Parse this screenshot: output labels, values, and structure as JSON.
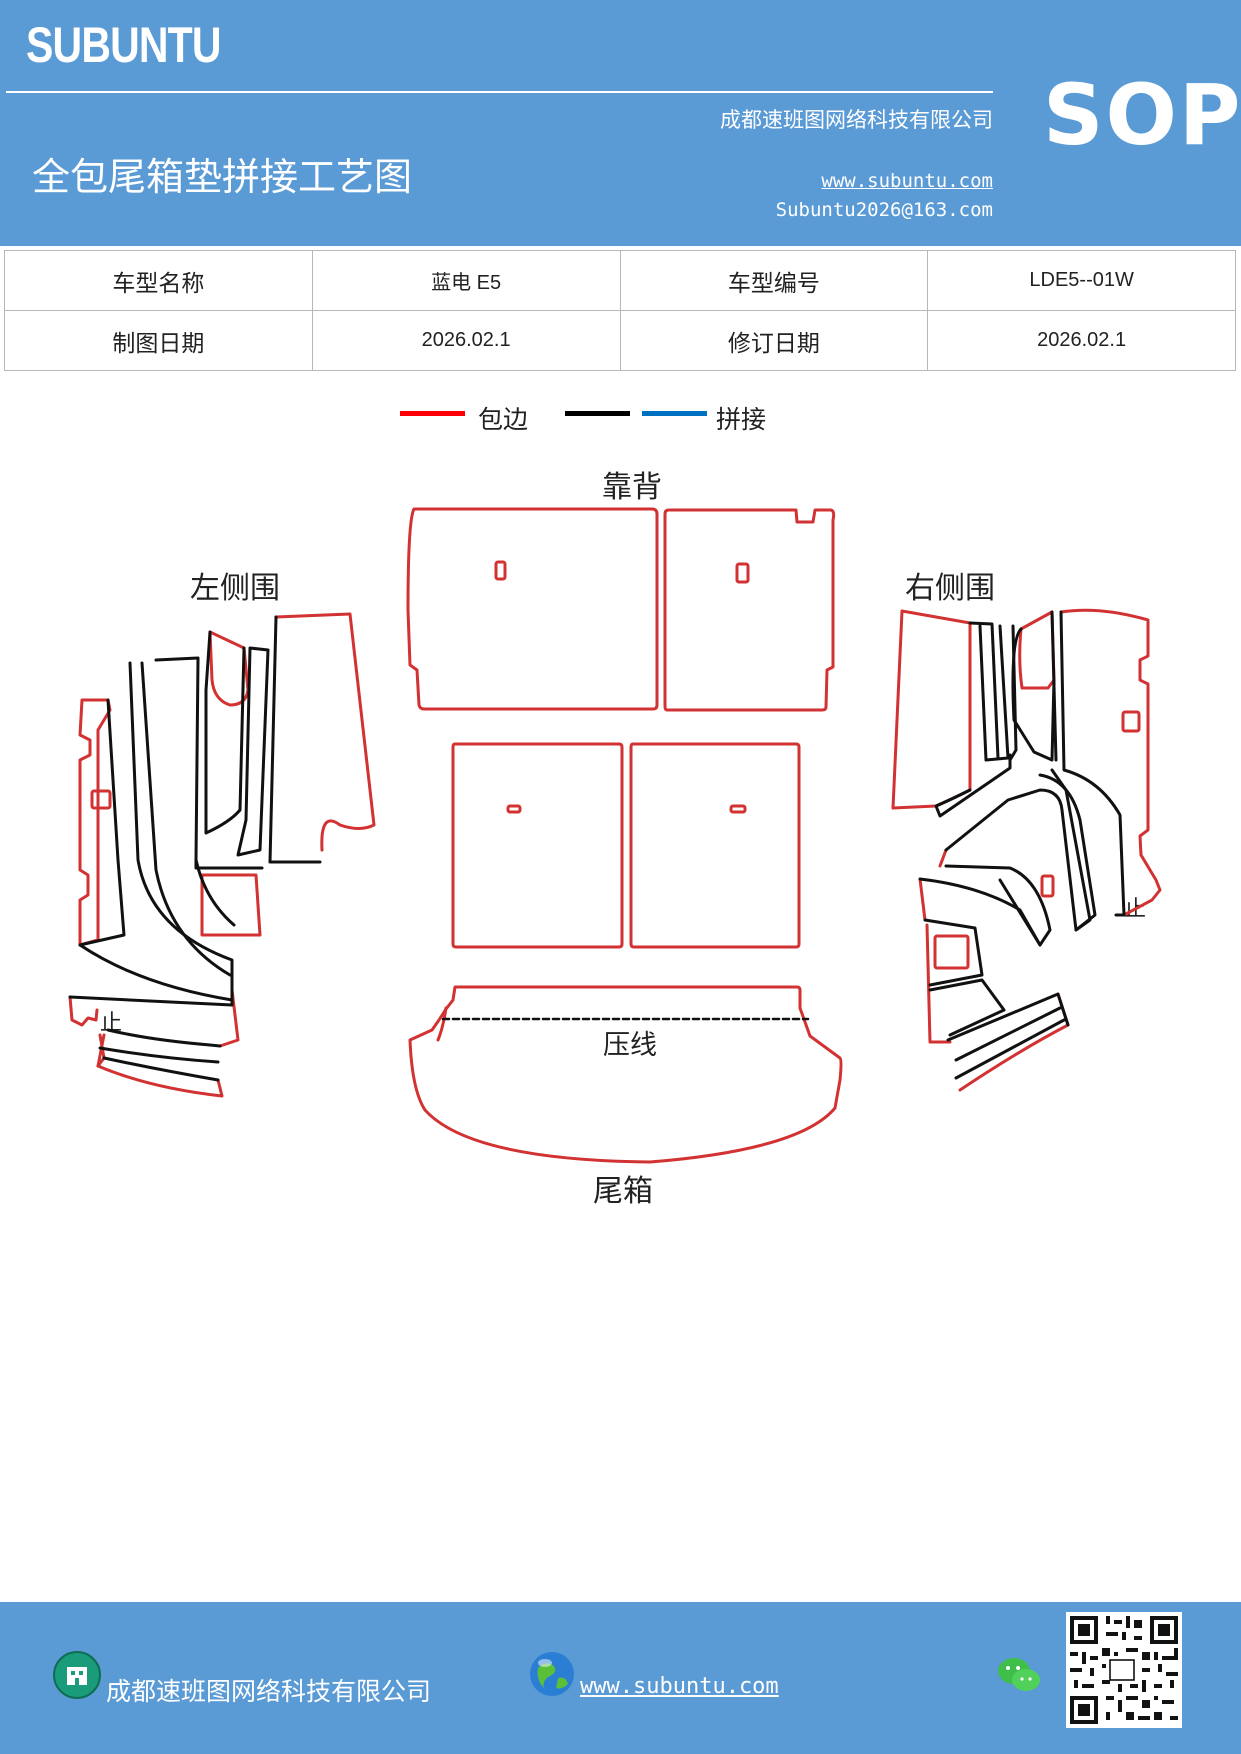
{
  "header": {
    "brand": "SUBUNTU",
    "sop": "SOP",
    "company": "成都速班图网络科技有限公司",
    "title": "全包尾箱垫拼接工艺图",
    "website": "www.subuntu.com",
    "email": "Subuntu2026@163.com"
  },
  "info": {
    "row1": [
      "车型名称",
      "蓝电 E5",
      "车型编号",
      "LDE5--01W"
    ],
    "row2": [
      "制图日期",
      "2026.02.1",
      "修订日期",
      "2026.02.1"
    ]
  },
  "legend": {
    "items": [
      {
        "label": "包边",
        "color": "#ff0000"
      },
      {
        "label": "",
        "color": "#000000"
      },
      {
        "label": "拼接",
        "color": "#0070c0"
      }
    ]
  },
  "diagram": {
    "backrest_label": "靠背",
    "left_label": "左侧围",
    "right_label": "右侧围",
    "crease_label": "压线",
    "trunk_label": "尾箱",
    "stop_left": "止",
    "stop_right": "止",
    "edge_color": "#d23232",
    "seam_color": "#111111"
  },
  "footer": {
    "company": "成都速班图网络科技有限公司",
    "website": "www.subuntu.com"
  }
}
